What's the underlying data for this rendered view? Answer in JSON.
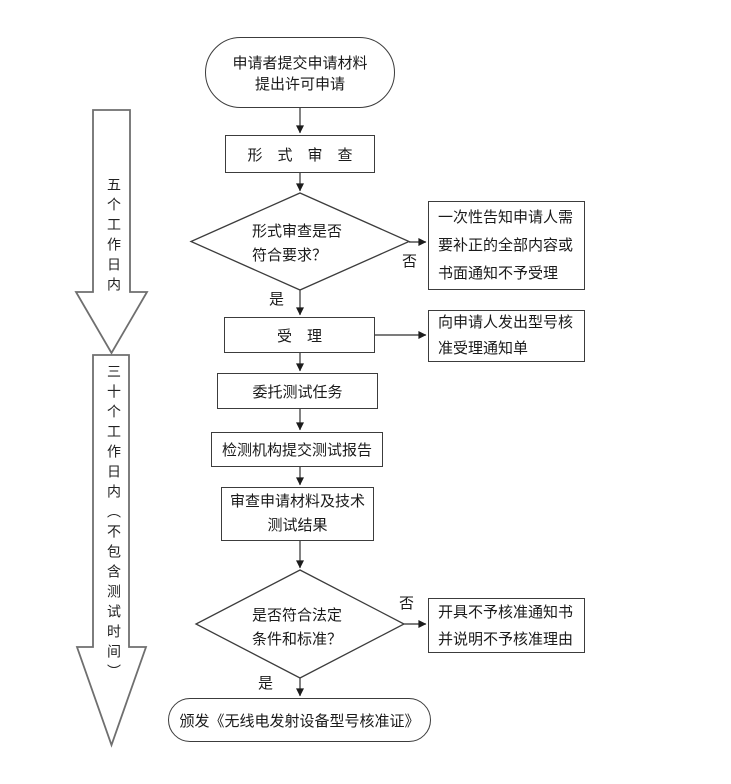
{
  "flow": {
    "start": "申请者提交申请材料\n提出许可申请",
    "formal_review": "形　式　审　查",
    "decision_formal": "形式审查是否\n符合要求？",
    "notify_correction": "一次性告知申请人需\n要补正的全部内容或\n书面通知不予受理",
    "accept": "受　理",
    "acceptance_notice": "向申请人发出型号核\n准受理通知单",
    "entrust_test": "委托测试任务",
    "test_report": "检测机构提交测试报告",
    "review_materials": "审查申请材料及技术\n测试结果",
    "decision_legal": "是否符合法定\n条件和标准？",
    "rejection_notice": "开具不予核准通知书\n并说明不予核准理由",
    "issue_cert": "颁发《无线电发射设备型号核准证》"
  },
  "labels": {
    "no_1": "否",
    "yes_1": "是",
    "no_2": "否",
    "yes_2": "是"
  },
  "timelines": {
    "five_days": "五个工作日内",
    "thirty_days": "三十个工作日内（不包含测试时间）"
  },
  "colors": {
    "background": "#ffffff",
    "node_border": "#3c3c3c",
    "connector": "#2e2e2e",
    "arrowhead": "#1c1c1c",
    "timeline_arrow_outline": "#6f6f6f",
    "text": "#1a1a1a"
  }
}
